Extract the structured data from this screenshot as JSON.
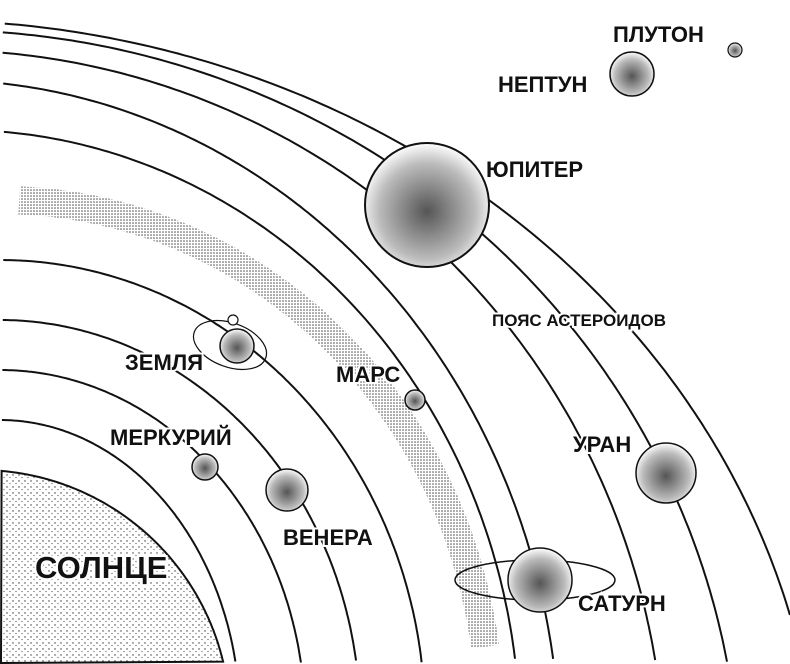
{
  "labels": {
    "sun": "СОЛНЦЕ",
    "mercury": "МЕРКУРИЙ",
    "venus": "ВЕНЕРА",
    "earth": "ЗЕМЛЯ",
    "mars": "МАРС",
    "asteroid_belt": "ПОЯС АСТЕРОИДОВ",
    "jupiter": "ЮПИТЕР",
    "saturn": "САТУРН",
    "uranus": "УРАН",
    "neptune": "НЕПТУН",
    "pluto": "ПЛУТОН"
  }
}
